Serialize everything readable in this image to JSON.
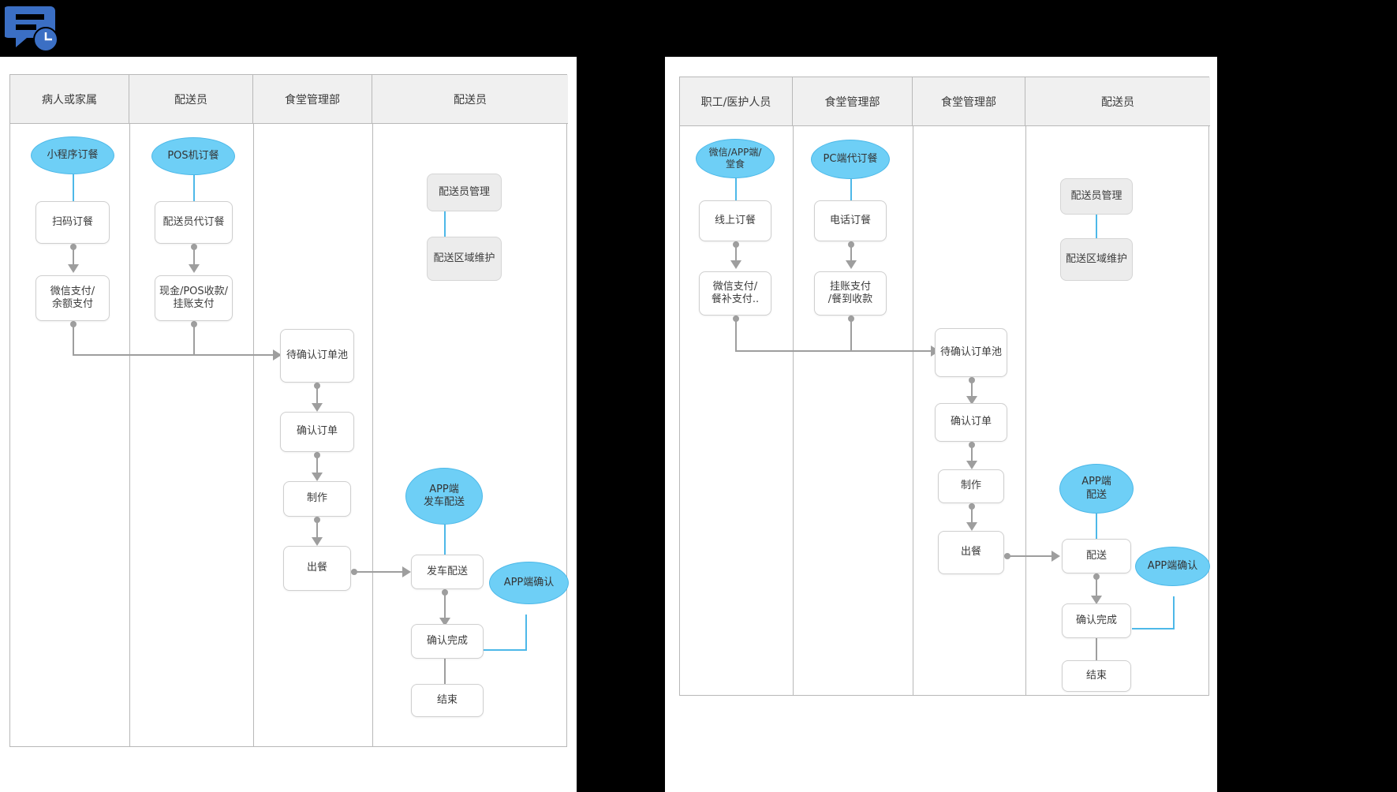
{
  "app": {
    "icon": "chat-clock-icon",
    "accent": "#3b6fc4"
  },
  "colors": {
    "ellipse_fill": "#6ecff6",
    "process_border": "#cfcfcf",
    "gray_fill": "#ececec",
    "connector": "#9e9e9e",
    "blue_connector": "#4db8e8"
  },
  "diagrams": [
    {
      "id": "patient-meal-flow",
      "lanes": [
        "病人或家属",
        "配送员",
        "食堂管理部",
        "配送员"
      ],
      "nodes": [
        {
          "id": "l1-start1",
          "type": "ellipse",
          "label": "小程序订餐"
        },
        {
          "id": "l1-scan",
          "type": "process",
          "label": "扫码订餐"
        },
        {
          "id": "l1-pay",
          "type": "process",
          "label": "微信支付/\n余额支付"
        },
        {
          "id": "l2-start2",
          "type": "ellipse",
          "label": "POS机订餐"
        },
        {
          "id": "l2-proxy",
          "type": "process",
          "label": "配送员代订餐"
        },
        {
          "id": "l2-pay",
          "type": "process",
          "label": "现金/POS收款/\n挂账支付"
        },
        {
          "id": "l3-pool",
          "type": "process",
          "label": "待确认订单池"
        },
        {
          "id": "l3-confirm",
          "type": "process",
          "label": "确认订单"
        },
        {
          "id": "l3-make",
          "type": "process",
          "label": "制作"
        },
        {
          "id": "l3-out",
          "type": "process",
          "label": "出餐"
        },
        {
          "id": "l4-mgr",
          "type": "gray",
          "label": "配送员管理"
        },
        {
          "id": "l4-area",
          "type": "gray",
          "label": "配送区域维护"
        },
        {
          "id": "l4-appsend",
          "type": "ellipse",
          "label": "APP端\n发车配送"
        },
        {
          "id": "l4-send",
          "type": "process",
          "label": "发车配送"
        },
        {
          "id": "l4-appok",
          "type": "ellipse",
          "label": "APP端确认"
        },
        {
          "id": "l4-done",
          "type": "process",
          "label": "确认完成"
        },
        {
          "id": "l4-end",
          "type": "process",
          "label": "结束"
        }
      ]
    },
    {
      "id": "staff-meal-flow",
      "lanes": [
        "职工/医护人员",
        "食堂管理部",
        "食堂管理部",
        "配送员"
      ],
      "nodes": [
        {
          "id": "r1-start1",
          "type": "ellipse",
          "label": "微信/APP端/\n堂食"
        },
        {
          "id": "r1-online",
          "type": "process",
          "label": "线上订餐"
        },
        {
          "id": "r1-pay",
          "type": "process",
          "label": "微信支付/\n餐补支付.."
        },
        {
          "id": "r2-start2",
          "type": "ellipse",
          "label": "PC端代订餐"
        },
        {
          "id": "r2-phone",
          "type": "process",
          "label": "电话订餐"
        },
        {
          "id": "r2-pay",
          "type": "process",
          "label": "挂账支付\n/餐到收款"
        },
        {
          "id": "r3-pool",
          "type": "process",
          "label": "待确认订单池"
        },
        {
          "id": "r3-confirm",
          "type": "process",
          "label": "确认订单"
        },
        {
          "id": "r3-make",
          "type": "process",
          "label": "制作"
        },
        {
          "id": "r3-out",
          "type": "process",
          "label": "出餐"
        },
        {
          "id": "r4-mgr",
          "type": "gray",
          "label": "配送员管理"
        },
        {
          "id": "r4-area",
          "type": "gray",
          "label": "配送区域维护"
        },
        {
          "id": "r4-appsend",
          "type": "ellipse",
          "label": "APP端\n配送"
        },
        {
          "id": "r4-send",
          "type": "process",
          "label": "配送"
        },
        {
          "id": "r4-appok",
          "type": "ellipse",
          "label": "APP端确认"
        },
        {
          "id": "r4-done",
          "type": "process",
          "label": "确认完成"
        },
        {
          "id": "r4-end",
          "type": "process",
          "label": "结束"
        }
      ]
    }
  ]
}
